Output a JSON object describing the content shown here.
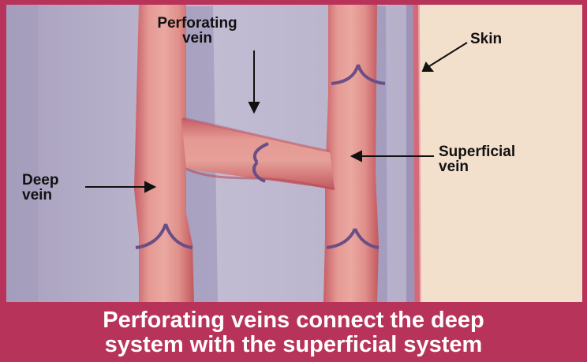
{
  "labels": {
    "perforating_vein": [
      "Perforating",
      "vein"
    ],
    "skin": "Skin",
    "superficial_vein": [
      "Superficial",
      "vein"
    ],
    "deep_vein": [
      "Deep",
      "vein"
    ]
  },
  "caption": {
    "line1": "Perforating veins connect the deep",
    "line2": "system with the superficial system"
  },
  "colors": {
    "frame": "#b8335a",
    "deep_tissue": "#bcb6cf",
    "skin": "#f3e0cc",
    "vein": "#dd8a85",
    "valve": "#6a4e86"
  }
}
